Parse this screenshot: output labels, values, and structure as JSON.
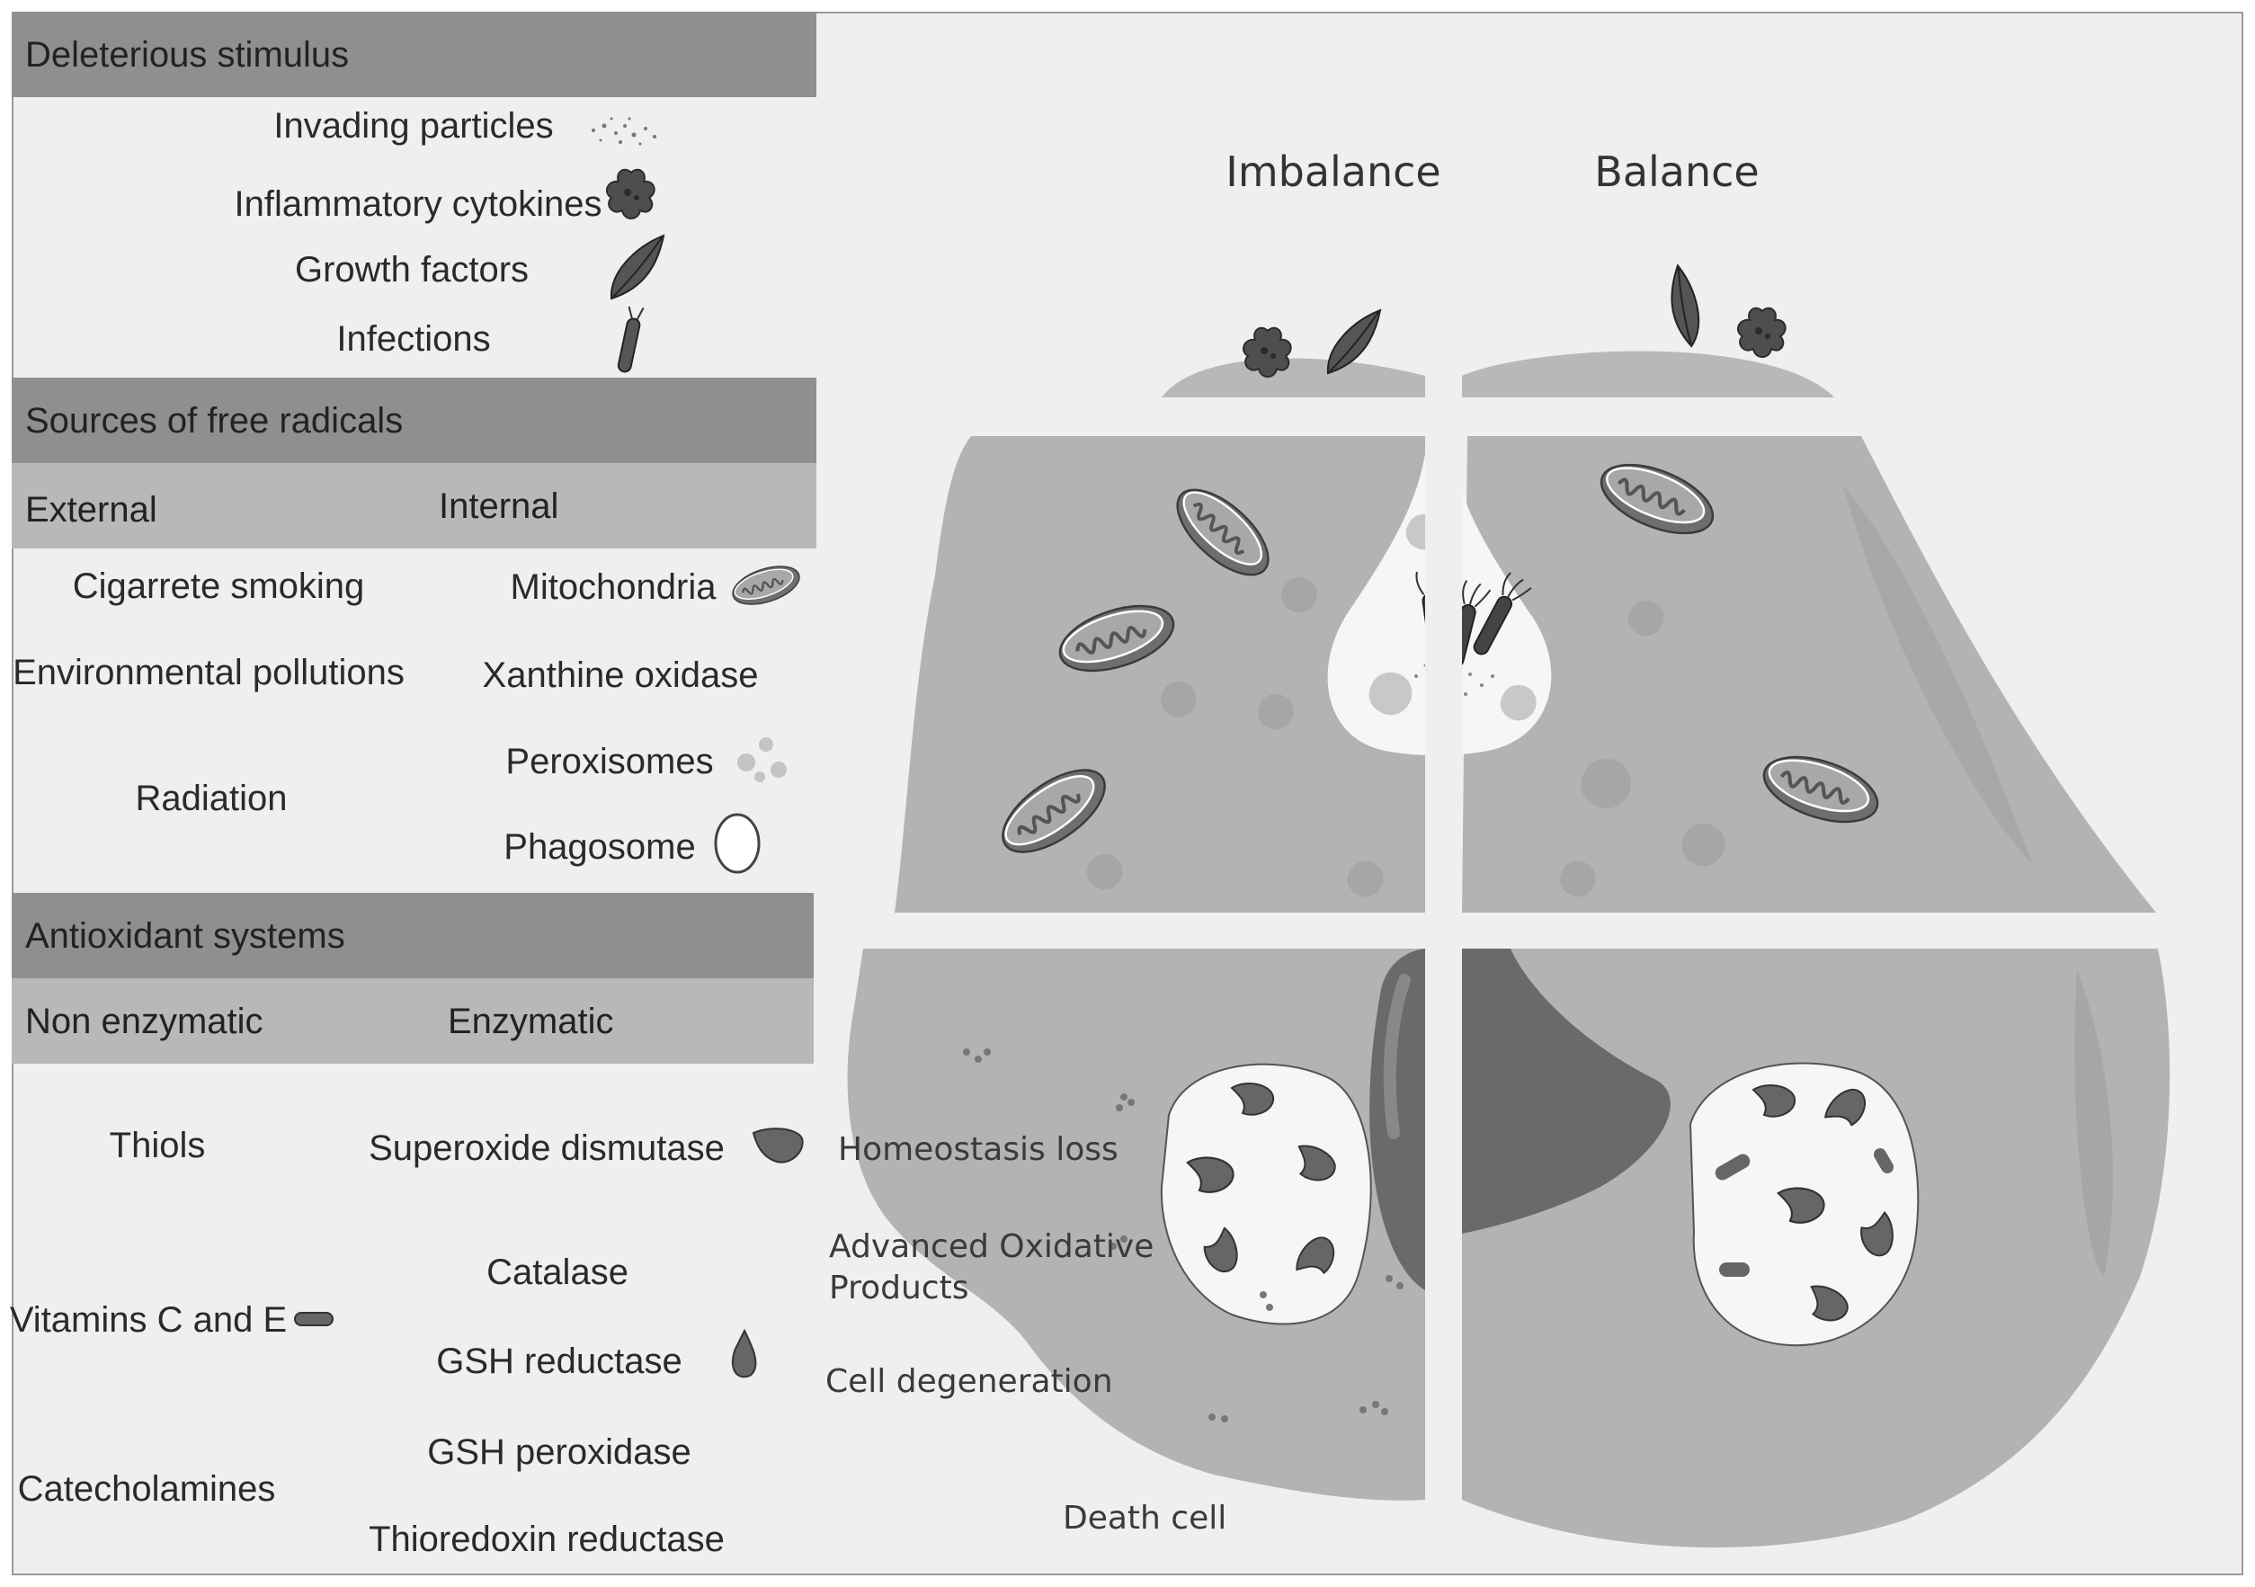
{
  "deleterious": {
    "title": "Deleterious stimulus",
    "items": [
      "Invading particles",
      "Inflammatory cytokines",
      "Growth factors",
      "Infections"
    ]
  },
  "sources": {
    "title": "Sources of free radicals",
    "external_header": "External",
    "internal_header": "Internal",
    "external": [
      "Cigarrete smoking",
      "Environmental pollutions",
      "Radiation"
    ],
    "internal": [
      "Mitochondria",
      "Xanthine oxidase",
      "Peroxisomes",
      "Phagosome"
    ]
  },
  "antioxidants": {
    "title": "Antioxidant systems",
    "nonenzymatic_header": "Non enzymatic",
    "enzymatic_header": "Enzymatic",
    "nonenzymatic": [
      "Thiols",
      "Vitamins C and E",
      "Catecholamines"
    ],
    "enzymatic": [
      "Superoxide dismutase",
      "Catalase",
      "GSH reductase",
      "GSH peroxidase",
      "Thioredoxin reductase"
    ]
  },
  "cell": {
    "imbalance_label": "Imbalance",
    "balance_label": "Balance",
    "outcomes": [
      "Homeostasis loss",
      "Advanced Oxidative",
      "Products",
      "Cell degeneration",
      "Death cell"
    ]
  },
  "colors": {
    "frame_bg": "#efefef",
    "band_dark": "#8f8f8f",
    "band_light": "#b8b8b8",
    "cell_fill": "#b3b3b3",
    "nucleus_dark": "#6a6a6a"
  }
}
